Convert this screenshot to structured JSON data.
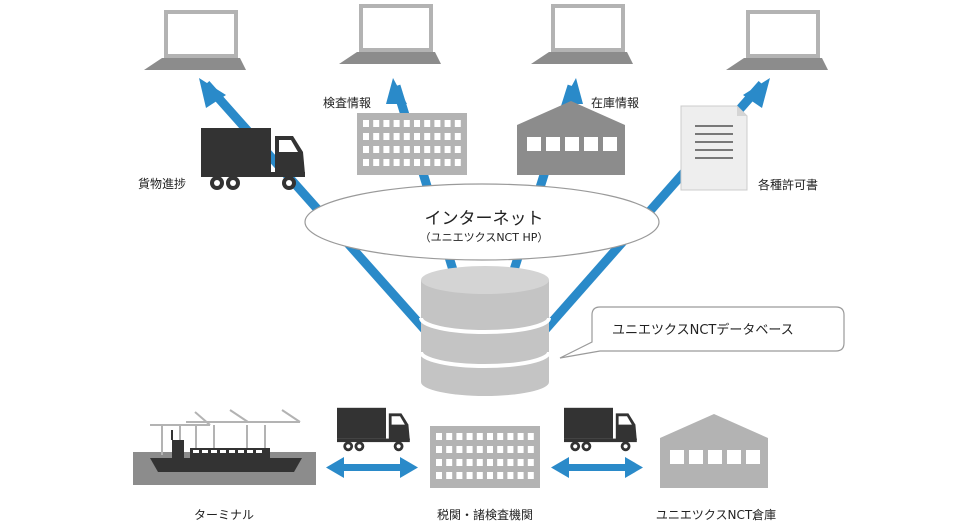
{
  "internet": {
    "title": "インターネット",
    "subtitle": "（ユニエツクスNCT HP）"
  },
  "database": {
    "label": "ユニエツクスNCTデータベース"
  },
  "services": {
    "cargo_progress": "貨物進捗",
    "inspection_info": "検査情報",
    "inventory_info": "在庫情報",
    "permits": "各種許可書"
  },
  "bottom": {
    "terminal": "ターミナル",
    "customs": "税関・諸検査機関",
    "warehouse": "ユニエツクスNCT倉庫"
  },
  "colors": {
    "arrow_blue": "#2a8ac9",
    "dark_gray": "#333333",
    "mid_gray": "#8c8c8c",
    "light_gray": "#b3b3b3",
    "db_gray": "#c4c4c4"
  }
}
